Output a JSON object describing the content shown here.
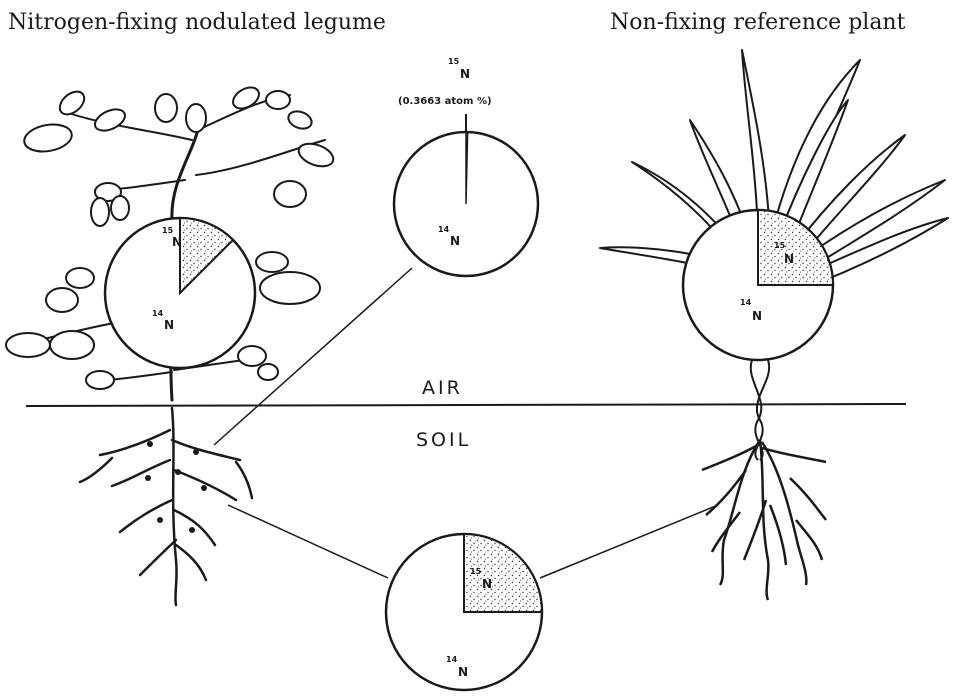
{
  "titles": {
    "left": "Nitrogen-fixing nodulated legume",
    "right": "Non-fixing reference plant"
  },
  "layers": {
    "air": "AIR",
    "soil": "SOIL"
  },
  "isotopes": {
    "mass15": "15",
    "mass14": "14",
    "element": "N"
  },
  "atmosphere_note": "(0.3663 atom %)",
  "pies": [
    {
      "id": "legume-pie",
      "n15_fraction": 0.125
    },
    {
      "id": "atmosphere-pie",
      "n15_fraction": 0.0037
    },
    {
      "id": "reference-pie",
      "n15_fraction": 0.25
    },
    {
      "id": "soil-pie",
      "n15_fraction": 0.25
    }
  ],
  "colors": {
    "ink": "#1a1a1a",
    "background": "#ffffff"
  }
}
